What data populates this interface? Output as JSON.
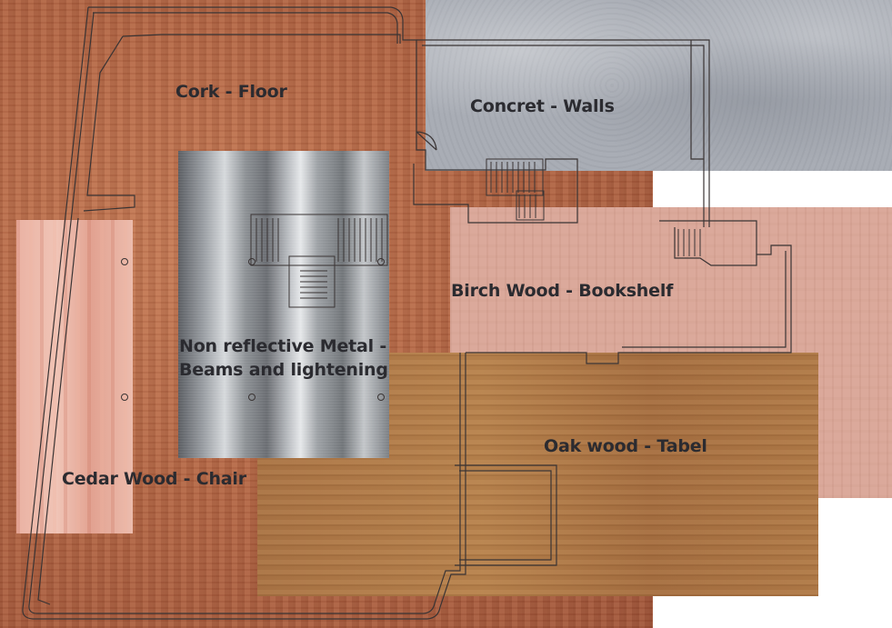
{
  "materials": {
    "cork": {
      "label": "Cork - Floor",
      "color": "#b06444"
    },
    "concrete": {
      "label": "Concret - Walls",
      "color": "#a9adb5"
    },
    "birch": {
      "label": "Birch Wood - Bookshelf",
      "color": "#dba99b"
    },
    "oak": {
      "label": "Oak wood - Tabel",
      "color": "#b07b49"
    },
    "cedar": {
      "label": "Cedar Wood - Chair",
      "color": "#eab2a3"
    },
    "metal": {
      "label_line1": "Non reflective Metal -",
      "label_line2": "Beams and lightening",
      "color": "#9a9ea3"
    }
  },
  "plan": {
    "line_color": "#3a3434"
  }
}
